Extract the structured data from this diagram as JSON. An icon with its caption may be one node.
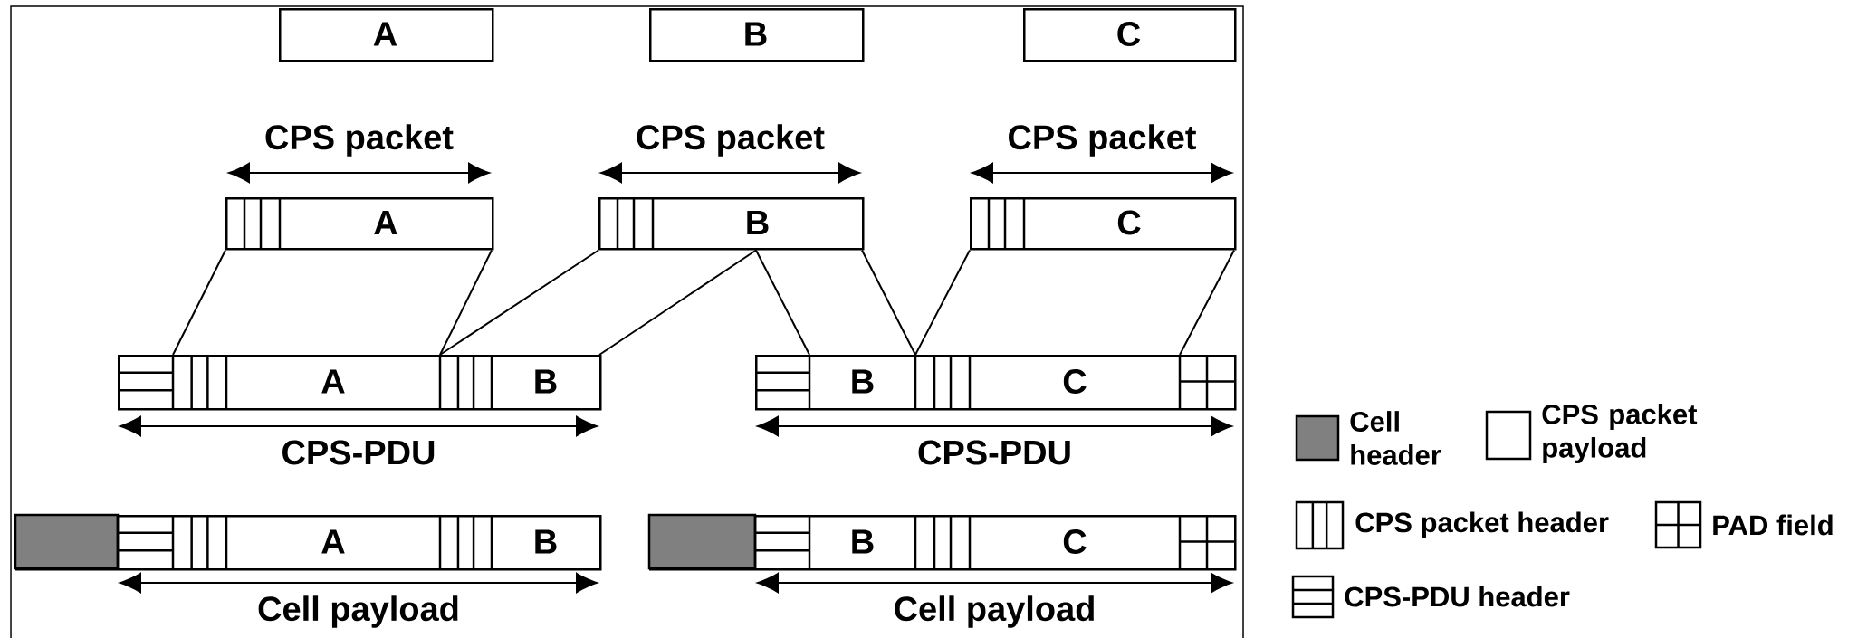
{
  "diagram": {
    "nodes": [
      {
        "text": [
          "A"
        ]
      },
      {
        "text": [
          "B"
        ]
      },
      {
        "text": [
          "C"
        ]
      },
      {
        "text": [
          "A"
        ]
      },
      {
        "text": [
          "B"
        ]
      },
      {
        "text": [
          "C"
        ]
      },
      {
        "text": [
          "A",
          "B"
        ]
      },
      {
        "text": [
          "B",
          "C"
        ]
      },
      {
        "text": [
          "A",
          "B"
        ]
      },
      {
        "text": [
          "B",
          "C"
        ]
      }
    ],
    "edges": [
      {
        "from": 3,
        "to": 6,
        "arrow": "none"
      },
      {
        "from": 3,
        "to": 6,
        "arrow": "none"
      },
      {
        "from": 4,
        "to": 6,
        "arrow": "none"
      },
      {
        "from": 4,
        "to": 6,
        "arrow": "none"
      },
      {
        "from": 4,
        "to": 7,
        "arrow": "none"
      },
      {
        "from": 4,
        "to": 7,
        "arrow": "none"
      },
      {
        "from": 5,
        "to": 7,
        "arrow": "none"
      },
      {
        "from": 5,
        "to": 7,
        "arrow": "none"
      }
    ],
    "labels": [
      "CPS packet",
      "CPS packet",
      "CPS packet",
      "CPS-PDU",
      "CPS-PDU",
      "Cell payload",
      "Cell payload"
    ],
    "legend": [
      {
        "text": "Cell header",
        "color": "#808080"
      },
      {
        "text": "CPS packet payload"
      },
      {
        "text": "CPS packet header"
      },
      {
        "text": "PAD field"
      },
      {
        "text": "CPS-PDU header"
      }
    ]
  }
}
